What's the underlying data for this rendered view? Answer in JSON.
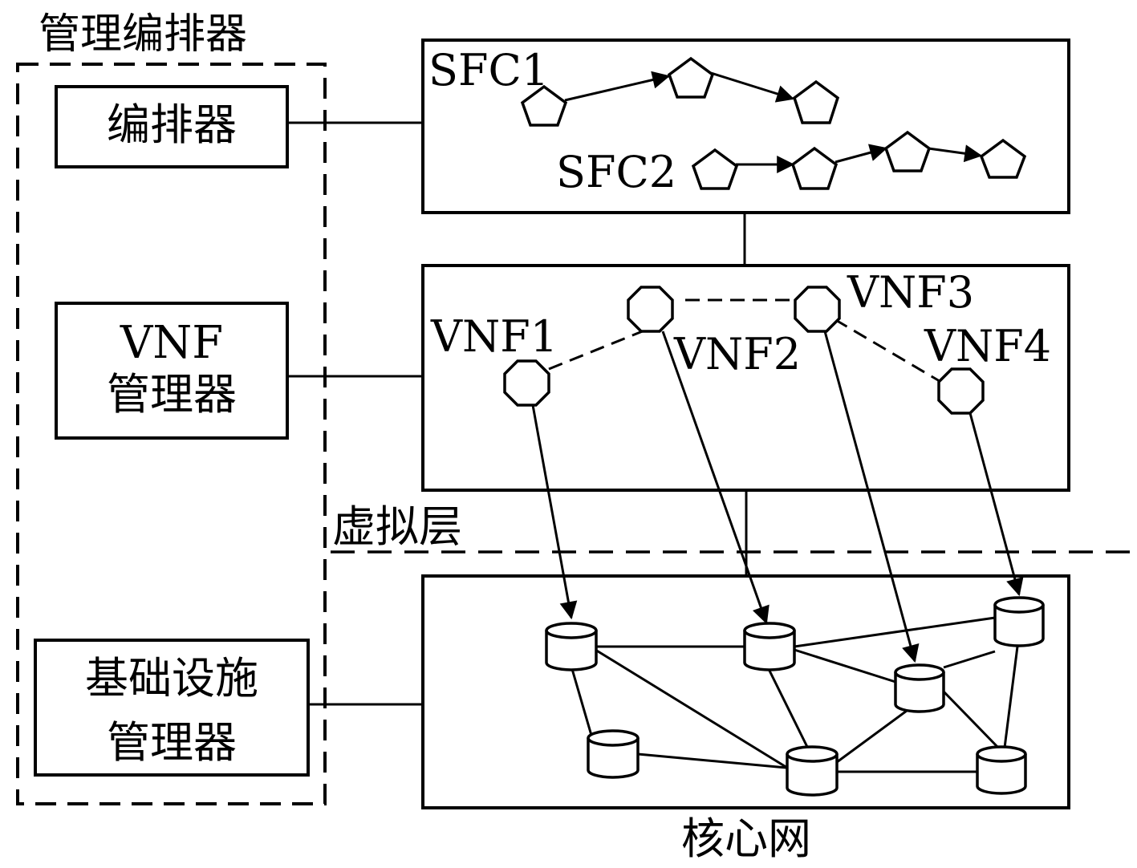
{
  "mano": {
    "title": "管理编排器",
    "orchestrator_label": "编排器",
    "vnf_manager_line1": "VNF",
    "vnf_manager_line2": "管理器",
    "infra_manager_line1": "基础设施",
    "infra_manager_line2": "管理器"
  },
  "sfc_layer": {
    "sfc1_label": "SFC1",
    "sfc2_label": "SFC2"
  },
  "vnf_layer": {
    "vnf1_label": "VNF1",
    "vnf2_label": "VNF2",
    "vnf3_label": "VNF3",
    "vnf4_label": "VNF4"
  },
  "virtual_layer_label": "虚拟层",
  "core_network_label": "核心网",
  "colors": {
    "stroke": "#000000",
    "background": "#ffffff"
  }
}
